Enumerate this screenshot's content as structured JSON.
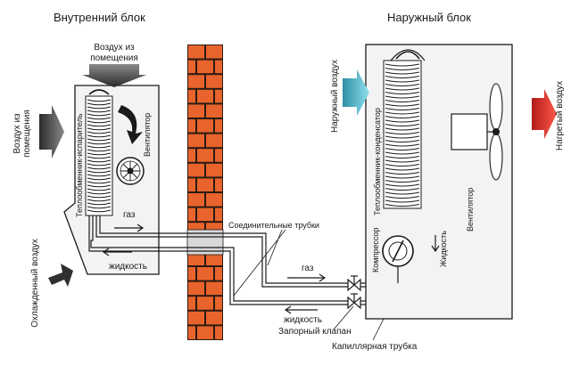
{
  "indoor_unit": {
    "title": "Внутренний блок",
    "room_air_top_line1": "Воздух из",
    "room_air_top_line2": "помещения",
    "room_air_side_line1": "Воздух из",
    "room_air_side_line2": "помещения",
    "cooled_air": "Охлажденный воздух",
    "evaporator": "Теплообменник-испаритель",
    "fan": "Вентилятор",
    "gas": "газ",
    "liquid": "жидкость"
  },
  "outdoor_unit": {
    "title": "Наружный блок",
    "outdoor_air": "Наружный воздух",
    "heated_air": "Нагретый воздух",
    "condenser": "Теплообменник-конденсатор",
    "fan": "Вентилятор",
    "compressor": "Компрессор",
    "liquid": "Жидкость"
  },
  "connection": {
    "pipes": "Соединительные трубки",
    "gas": "газ",
    "liquid": "жидкость",
    "valve": "Запорный клапан",
    "capillary": "Капиллярная трубка"
  },
  "colors": {
    "brick": "#e8642c",
    "mortar": "#2a1a12",
    "outdoor_air_arrow": "#4fb3c8",
    "heated_air_arrow": "#e02a2a",
    "dark_arrow": "#3a3a3a",
    "unit_fill": "#f2f2f2",
    "line": "#1a1a1a"
  }
}
